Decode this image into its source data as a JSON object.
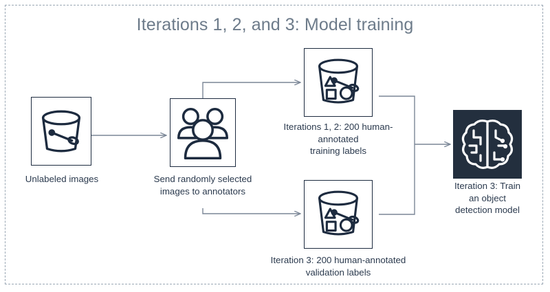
{
  "diagram": {
    "title": "Iterations 1, 2, and 3: Model training",
    "frame_style": "dashed",
    "frame_color": "#9aa7b4",
    "title_color": "#6d7b8a",
    "accent_dark": "#232f3e",
    "line_color": "#2b3a4e",
    "connector_color": "#7a8696"
  },
  "nodes": [
    {
      "id": "unlabeled-images",
      "icon": "bucket-icon",
      "caption": "Unlabeled images",
      "style": "light"
    },
    {
      "id": "annotators",
      "icon": "users-icon",
      "caption": "Send randomly selected\nimages to annotators",
      "style": "light"
    },
    {
      "id": "training-labels",
      "icon": "labeled-bucket-icon",
      "caption": "Iterations 1, 2: 200 human-\nannotated\ntraining  labels",
      "style": "light"
    },
    {
      "id": "validation-labels",
      "icon": "labeled-bucket-icon",
      "caption": "Iteration 3: 200 human-annotated\nvalidation labels",
      "style": "light"
    },
    {
      "id": "train-model",
      "icon": "ai-brain-icon",
      "caption": "Iteration 3: Train\nan object\ndetection model",
      "style": "dark"
    }
  ],
  "edges": [
    {
      "id": "edge-unlabeled-to-annotators",
      "from": "unlabeled-images",
      "to": "annotators",
      "arrow": true
    },
    {
      "id": "edge-annotators-to-training",
      "from": "annotators",
      "to": "training-labels",
      "arrow": true
    },
    {
      "id": "edge-annotators-to-validation",
      "from": "annotators",
      "to": "validation-labels",
      "arrow": true
    },
    {
      "id": "edge-labels-to-model",
      "from": "training-labels,validation-labels",
      "to": "train-model",
      "arrow": true
    }
  ]
}
